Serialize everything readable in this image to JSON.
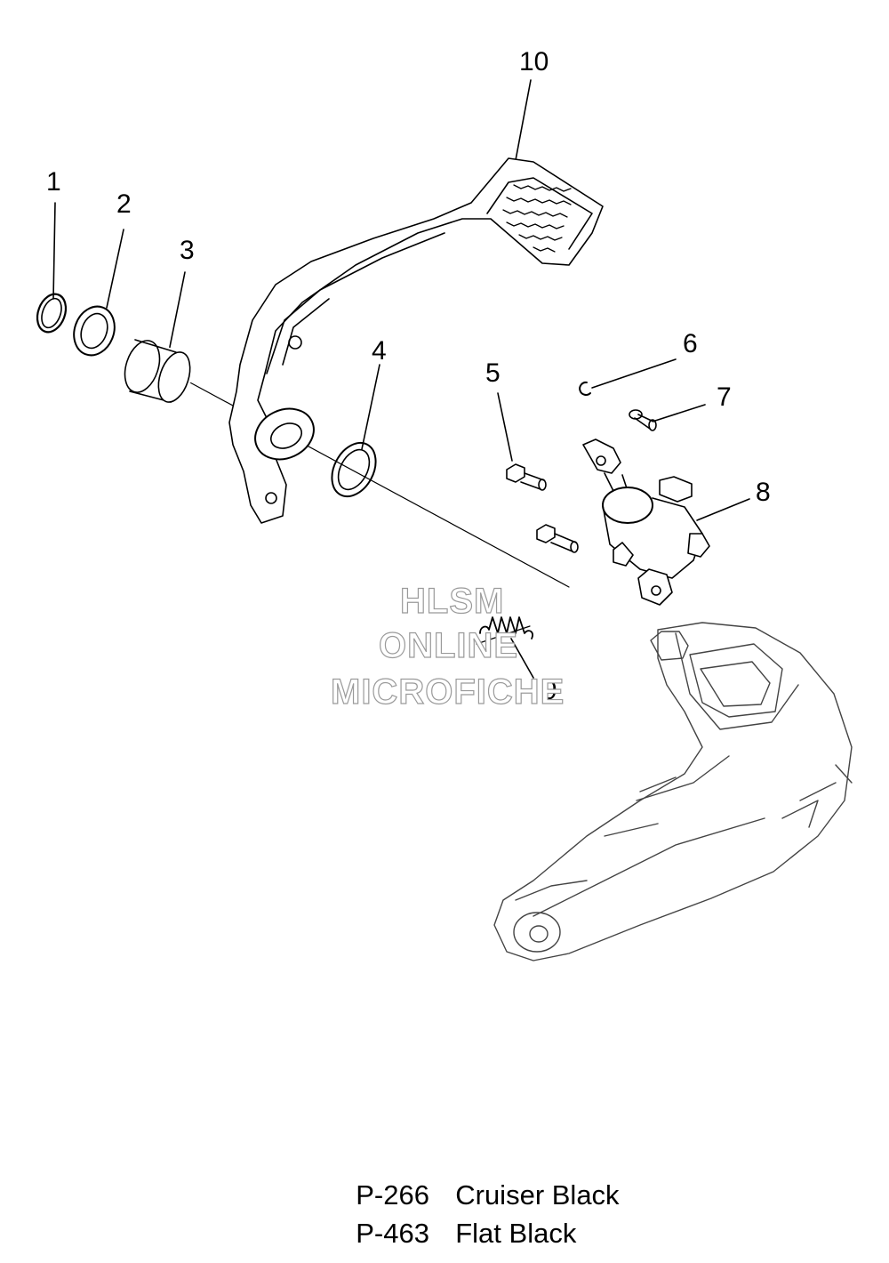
{
  "callouts": [
    "1",
    "2",
    "3",
    "4",
    "5",
    "6",
    "7",
    "8",
    "9",
    "10"
  ],
  "watermark": {
    "line1": "HLSM",
    "line2": "ONLINE",
    "line3": "MICROFICHE"
  },
  "legend": [
    {
      "code": "P-266",
      "name": "Cruiser Black"
    },
    {
      "code": "P-463",
      "name": "Flat Black"
    }
  ]
}
